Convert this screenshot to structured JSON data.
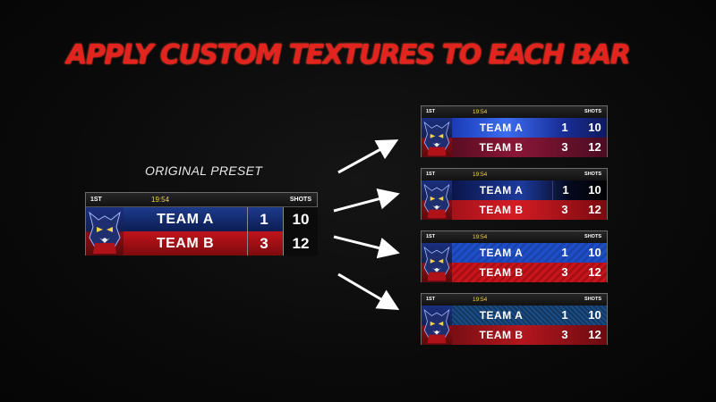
{
  "headline": "APPLY CUSTOM TEXTURES TO EACH BAR",
  "subheading": "ORIGINAL PRESET",
  "scoreboard": {
    "period": "1ST",
    "clock": "19:54",
    "shots_label": "SHOTS",
    "team_a": {
      "name": "TEAM A",
      "score": "1",
      "shots": "10",
      "color": "#1d3a8c"
    },
    "team_b": {
      "name": "TEAM B",
      "score": "3",
      "shots": "12",
      "color": "#c0141b"
    }
  },
  "colors": {
    "headline": "#e3231e",
    "clock": "#f3d34a",
    "background": "#0a0a0a"
  },
  "icons": [
    "mascot-logo-icon",
    "arrow-icon"
  ]
}
